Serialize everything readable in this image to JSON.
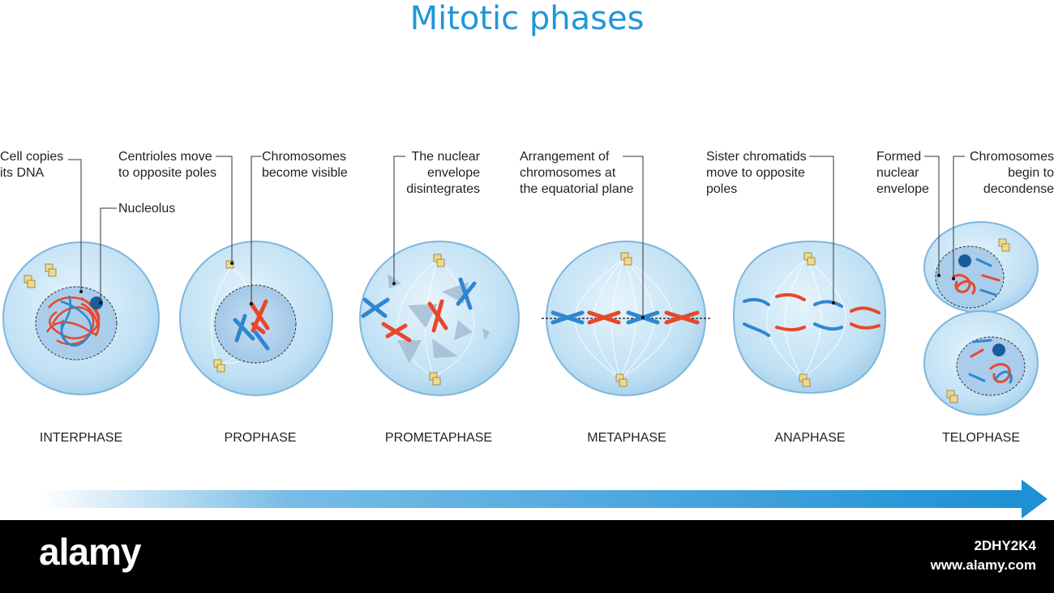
{
  "title": "Mitotic phases",
  "labels": {
    "interphase_dna": "Cell copies\nits DNA",
    "nucleolus": "Nucleolus",
    "centrioles": "Centrioles move\nto opposite poles",
    "chromosomes_visible": "Chromosomes\nbecome visible",
    "envelope_disintegrates": "The nuclear\nenvelope\ndisintegrates",
    "arrangement": "Arrangement of\nchromosomes at\nthe equatorial plane",
    "sister_chromatids": "Sister chromatids\nmove to opposite\npoles",
    "formed_envelope": "Formed\nnuclear\nenvelope",
    "decondense": "Chromosomes\nbegin to\ndecondense"
  },
  "phases": [
    "INTERPHASE",
    "PROPHASE",
    "PROMETAPHASE",
    "METAPHASE",
    "ANAPHASE",
    "TELOPHASE"
  ],
  "colors": {
    "title": "#2196d9",
    "cell_fill": "#bfe0f4",
    "cell_stroke": "#7fb6dc",
    "chromosome_red": "#e8472b",
    "chromosome_blue": "#2f86d1",
    "nucleolus": "#1a5c9a",
    "arrow": "#1e90d6"
  },
  "footer": {
    "brand": "alamy",
    "image_code": "2DHY2K4",
    "site": "www.alamy.com"
  }
}
